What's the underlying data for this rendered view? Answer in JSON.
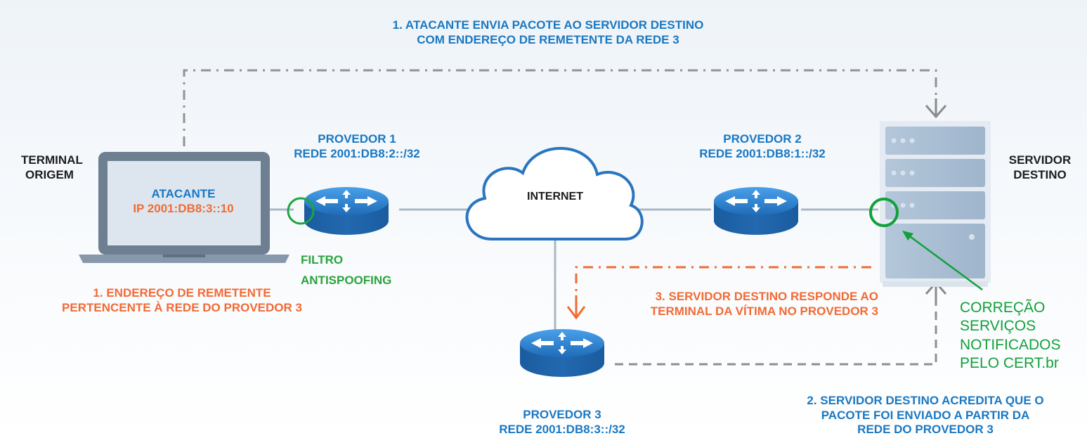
{
  "top_message": {
    "line1": "1. ATACANTE ENVIA PACOTE AO SERVIDOR DESTINO",
    "line2": "COM ENDEREÇO DE REMETENTE DA REDE 3"
  },
  "terminal": {
    "line1": "TERMINAL",
    "line2": "ORIGEM"
  },
  "attacker": {
    "name": "ATACANTE",
    "ip": "IP 2001:DB8:3::10"
  },
  "sender_note": {
    "line1": "1. ENDEREÇO DE REMETENTE",
    "line2": "PERTENCENTE À REDE DO PROVEDOR 3"
  },
  "provider1": {
    "name": "PROVEDOR 1",
    "network": "REDE 2001:DB8:2::/32"
  },
  "filter": {
    "line1": "FILTRO",
    "line2": "ANTISPOOFING"
  },
  "internet": {
    "label": "INTERNET"
  },
  "provider2": {
    "name": "PROVEDOR 2",
    "network": "REDE 2001:DB8:1::/32"
  },
  "server": {
    "line1": "SERVIDOR",
    "line2": "DESTINO"
  },
  "response_note": {
    "line1": "3. SERVIDOR DESTINO RESPONDE AO",
    "line2": "TERMINAL DA VÍTIMA NO PROVEDOR 3"
  },
  "provider3": {
    "name": "PROVEDOR 3",
    "network": "REDE 2001:DB8:3::/32"
  },
  "belief_note": {
    "line1": "2. SERVIDOR DESTINO ACREDITA QUE O",
    "line2": "PACOTE FOI ENVIADO A PARTIR DA",
    "line3": "REDE DO PROVEDOR 3"
  },
  "correction_note": {
    "line1": "CORREÇÃO",
    "line2": "SERVIÇOS",
    "line3": "NOTIFICADOS",
    "line4": "PELO CERT.br"
  },
  "colors": {
    "blue_text": "#1a78c2",
    "orange_text": "#f26a35",
    "green_highlight": "#12a03a",
    "router_blue": "#2a78c6",
    "dash_gray": "#8f8f8f"
  },
  "icons": [
    "laptop-icon",
    "router-icon",
    "cloud-icon",
    "server-rack-icon",
    "arrow-down-icon",
    "arrow-up-icon"
  ]
}
